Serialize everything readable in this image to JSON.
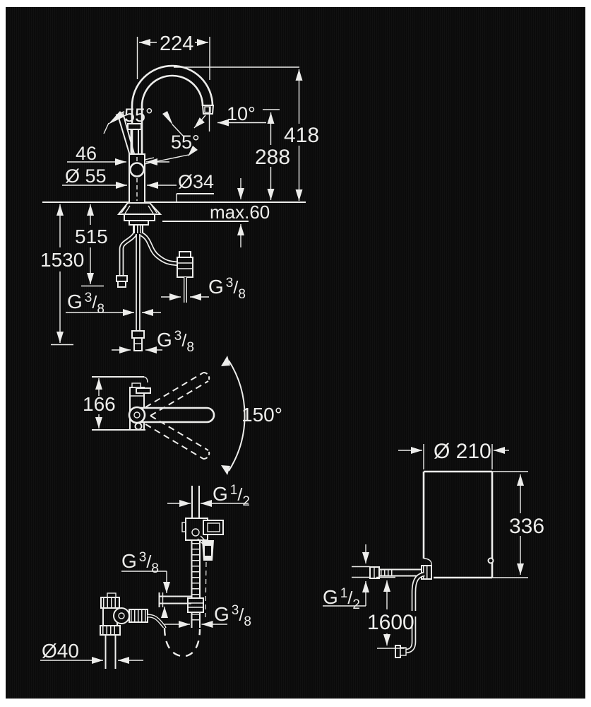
{
  "colors": {
    "background": "#0b0b0b",
    "line": "#ededeb",
    "frame": "#ffffff"
  },
  "labels": {
    "d224": "224",
    "d55_lever": "55°",
    "d55_spray": "55°",
    "d10": "10°",
    "d418": "418",
    "d288": "288",
    "d46": "46",
    "d55_base": "Ø 55",
    "d34": "Ø34",
    "dmax60": "max.60",
    "d515": "515",
    "d1530": "1530",
    "d166": "166",
    "d150": "150°",
    "d40": "Ø40",
    "d210": "Ø 210",
    "d336": "336",
    "d1600": "1600",
    "g38": {
      "sym": "G",
      "num": "3",
      "slash": "/",
      "den": "8"
    },
    "g12": {
      "sym": "G",
      "num": "1",
      "slash": "/",
      "den": "2"
    }
  }
}
